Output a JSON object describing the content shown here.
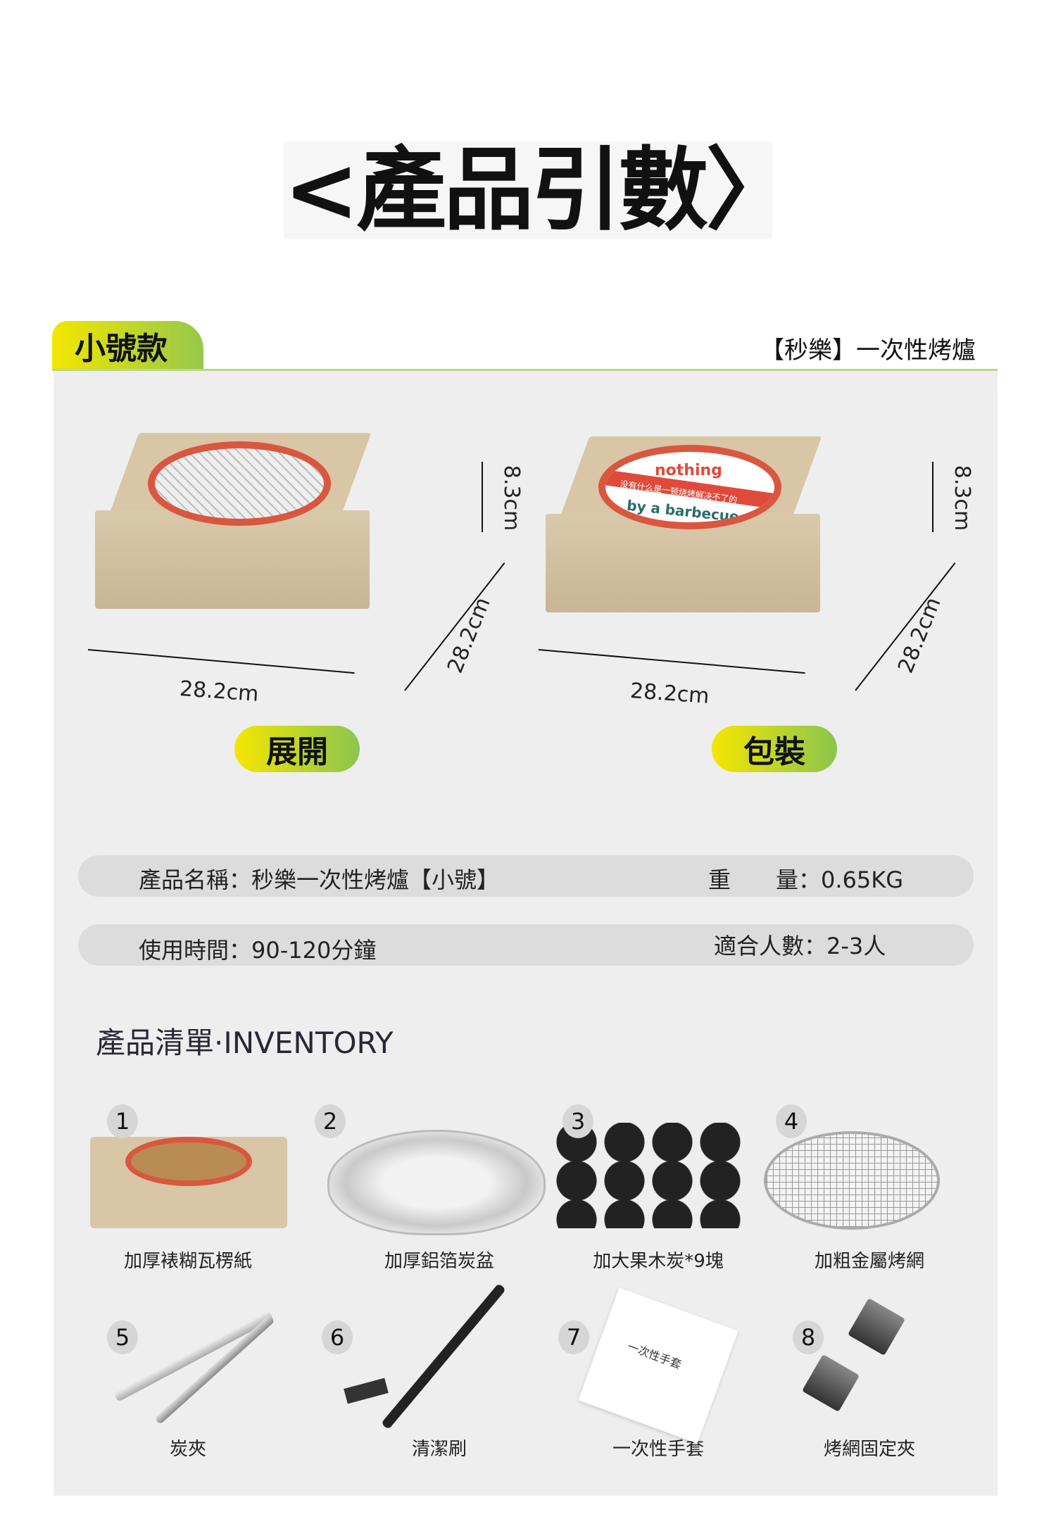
{
  "title": "<產品引數〉",
  "header": {
    "tab_label": "小號款",
    "subtitle": "【秒樂】一次性烤爐"
  },
  "images": {
    "open": {
      "width_label": "28.2cm",
      "depth_label": "28.2cm",
      "height_label": "8.3cm",
      "caption": "展開"
    },
    "packed": {
      "width_label": "28.2cm",
      "depth_label": "28.2cm",
      "height_label": "8.3cm",
      "caption": "包裝",
      "lid_text_1": "nothing",
      "lid_text_2": "by a barbecue",
      "lid_band": "没有什么是一顿烧烤解决不了的"
    }
  },
  "specs": {
    "name": "產品名稱：秒樂一次性烤爐【小號】",
    "weight": "重　　量：0.65KG",
    "time": "使用時間：90-120分鐘",
    "people": "適合人數：2-3人"
  },
  "inventory": {
    "heading": "產品清單·INVENTORY",
    "items": [
      {
        "num": "1",
        "label": "加厚裱糊瓦楞紙"
      },
      {
        "num": "2",
        "label": "加厚鋁箔炭盆"
      },
      {
        "num": "3",
        "label": "加大果木炭*9塊"
      },
      {
        "num": "4",
        "label": "加粗金屬烤網"
      },
      {
        "num": "5",
        "label": "炭夾"
      },
      {
        "num": "6",
        "label": "清潔刷"
      },
      {
        "num": "7",
        "label": "一次性手套",
        "pack_text": "一次性手套"
      },
      {
        "num": "8",
        "label": "烤網固定夾"
      }
    ]
  }
}
